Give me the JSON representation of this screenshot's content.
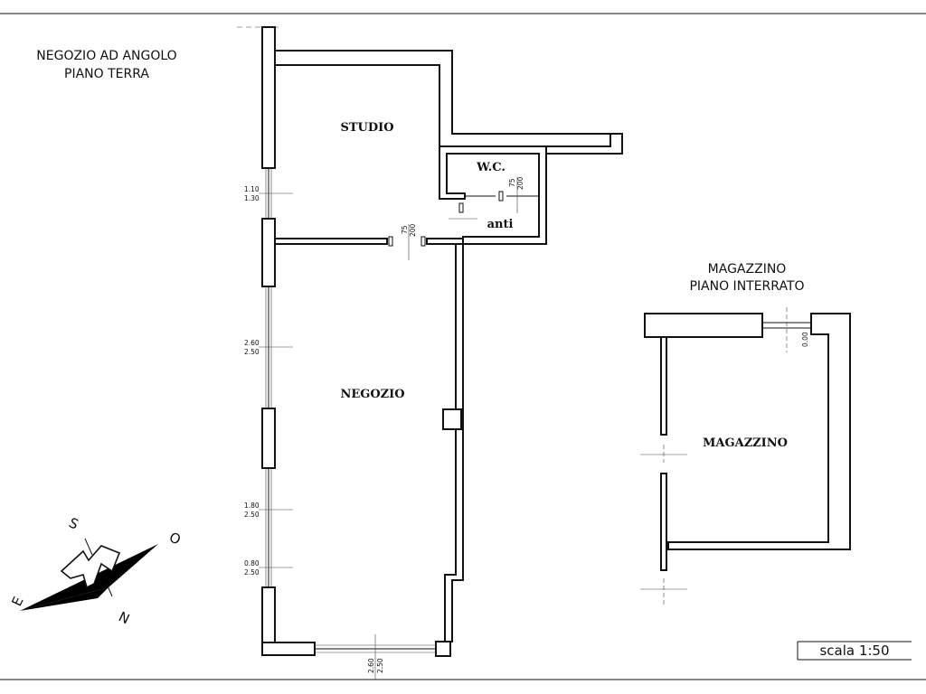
{
  "titles": {
    "main_line1": "NEGOZIO AD ANGOLO",
    "main_line2": "PIANO TERRA",
    "basement_line1": "MAGAZZINO",
    "basement_line2": "PIANO INTERRATO"
  },
  "rooms": {
    "studio": "STUDIO",
    "wc": "W.C.",
    "anti": "anti",
    "negozio": "NEGOZIO",
    "magazzino": "MAGAZZINO"
  },
  "dimensions": {
    "win1_top": "1.10",
    "win1_bottom": "1.30",
    "win2_top": "2.60",
    "win2_bottom": "2.50",
    "win3_top": "1.80",
    "win3_bottom": "2.50",
    "win4_top": "0.80",
    "win4_bottom": "2.50",
    "bottom_top": "2.60",
    "bottom_bottom": "2.50",
    "door_studio_w": "75",
    "door_studio_h": "200",
    "door_wc_w": "75",
    "door_wc_h": "200",
    "basement_opening": "0.00"
  },
  "compass": {
    "s": "S",
    "o": "O",
    "e": "E",
    "n": "N"
  },
  "scale": "scala 1:50"
}
